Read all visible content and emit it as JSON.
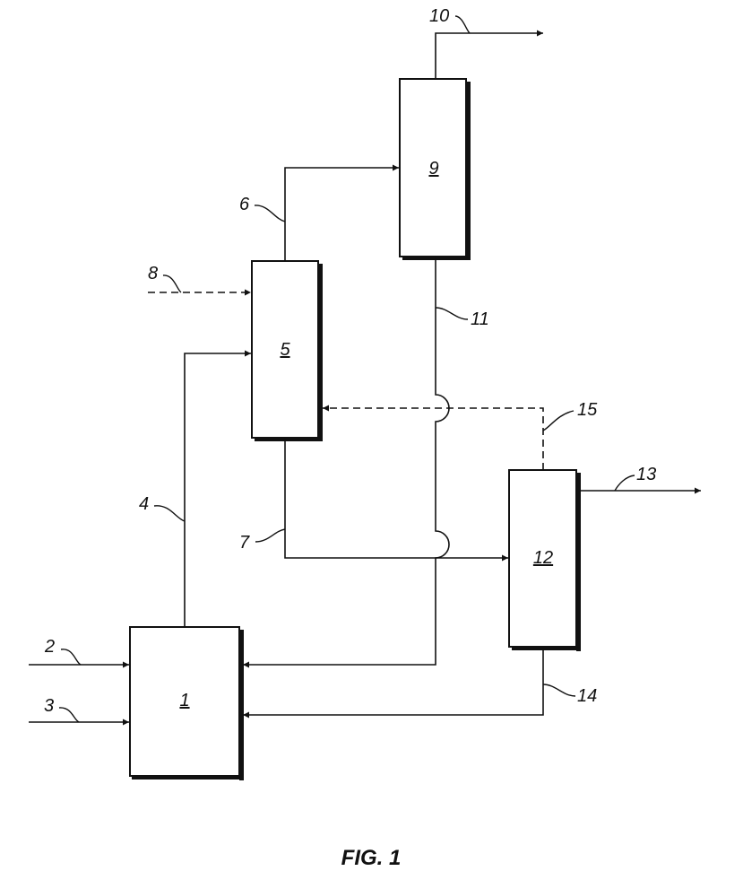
{
  "figure": {
    "caption": "FIG. 1",
    "units": [
      {
        "id": "unit-1",
        "label": "1"
      },
      {
        "id": "unit-5",
        "label": "5"
      },
      {
        "id": "unit-9",
        "label": "9"
      },
      {
        "id": "unit-12",
        "label": "12"
      }
    ],
    "streams": [
      {
        "id": "stream-2",
        "label": "2",
        "style": "solid"
      },
      {
        "id": "stream-3",
        "label": "3",
        "style": "solid"
      },
      {
        "id": "stream-4",
        "label": "4",
        "style": "solid"
      },
      {
        "id": "stream-6",
        "label": "6",
        "style": "solid"
      },
      {
        "id": "stream-7",
        "label": "7",
        "style": "solid"
      },
      {
        "id": "stream-8",
        "label": "8",
        "style": "dashed"
      },
      {
        "id": "stream-10",
        "label": "10",
        "style": "solid"
      },
      {
        "id": "stream-11",
        "label": "11",
        "style": "solid"
      },
      {
        "id": "stream-13",
        "label": "13",
        "style": "solid"
      },
      {
        "id": "stream-14",
        "label": "14",
        "style": "solid"
      },
      {
        "id": "stream-15",
        "label": "15",
        "style": "dashed"
      }
    ]
  }
}
